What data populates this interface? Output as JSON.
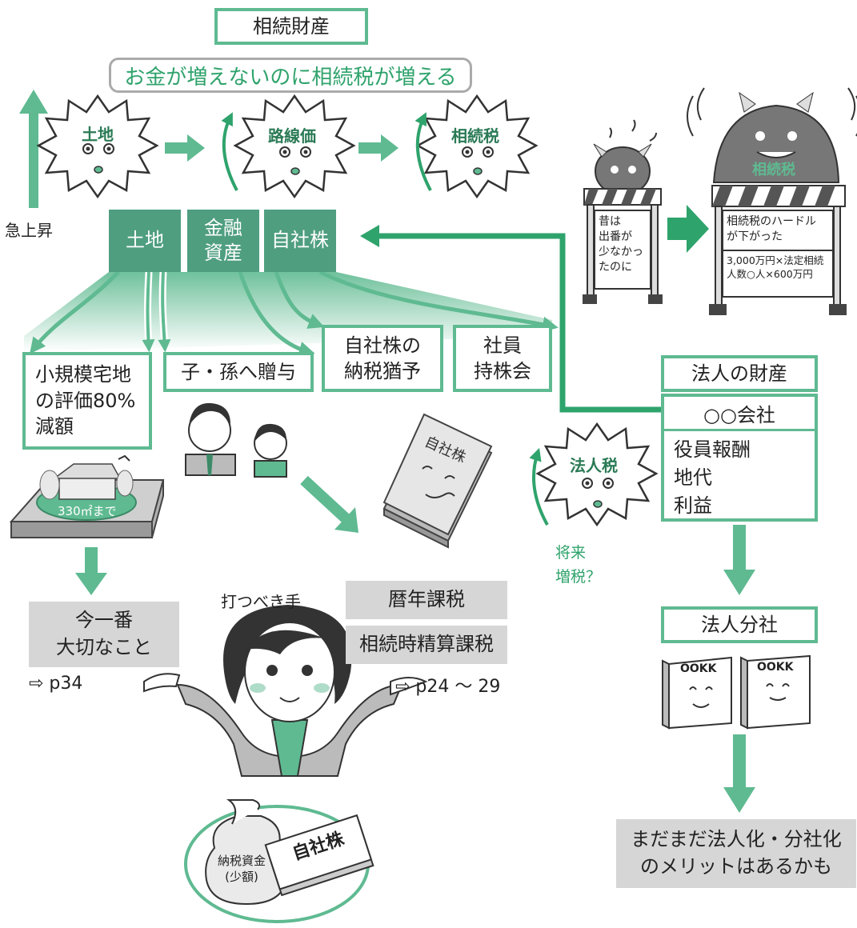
{
  "title": "相続財産",
  "banner": "お金が増えないのに相続税が増える",
  "rise_label": "急上昇",
  "bursts": [
    {
      "label": "土地"
    },
    {
      "label": "路線価"
    },
    {
      "label": "相続税"
    },
    {
      "label": "法人税"
    }
  ],
  "assets": {
    "land": "土地",
    "financial": "金融\n資産",
    "stock": "自社株"
  },
  "measures": {
    "small_lot": "小規模宅地\nの評価80%\n減額",
    "gift": "子・孫へ贈与",
    "stock_deferral": "自社株の\n納税猶予",
    "esop": "社員\n持株会"
  },
  "house_label": "330㎡まで",
  "stock_book_label": "自社株",
  "important": {
    "text": "今一番\n大切なこと",
    "ref": "⇨ p34"
  },
  "action_label": "打つべき手",
  "taxation": {
    "calendar": "暦年課税",
    "settlement": "相続時精算課税",
    "ref": "⇨ p24 ～ 29"
  },
  "money_bag": "納税資金\n(少額)",
  "stock_bundle": "自社株",
  "hurdle": {
    "old_sign": "昔は\n出番が\n少なかっ\nたのに",
    "monster_label": "相続税",
    "new_sign_title": "相続税のハードル\nが下がった",
    "new_sign_formula": "3,000万円×法定相続\n人数○人×600万円"
  },
  "corporate": {
    "title": "法人の財産",
    "company": "○○会社",
    "items": [
      "役員報酬",
      "地代",
      "利益"
    ],
    "future_tax": "将来\n増税？",
    "split_title": "法人分社",
    "split_companies": [
      "OOKK",
      "OOKK"
    ],
    "conclusion": "まだまだ法人化・分社化\nのメリットはあるかも"
  },
  "colors": {
    "green": "#5fba91",
    "dark_green": "#4f9e80",
    "grey": "#d6d6d6",
    "arrow_green": "#2fa36c"
  }
}
